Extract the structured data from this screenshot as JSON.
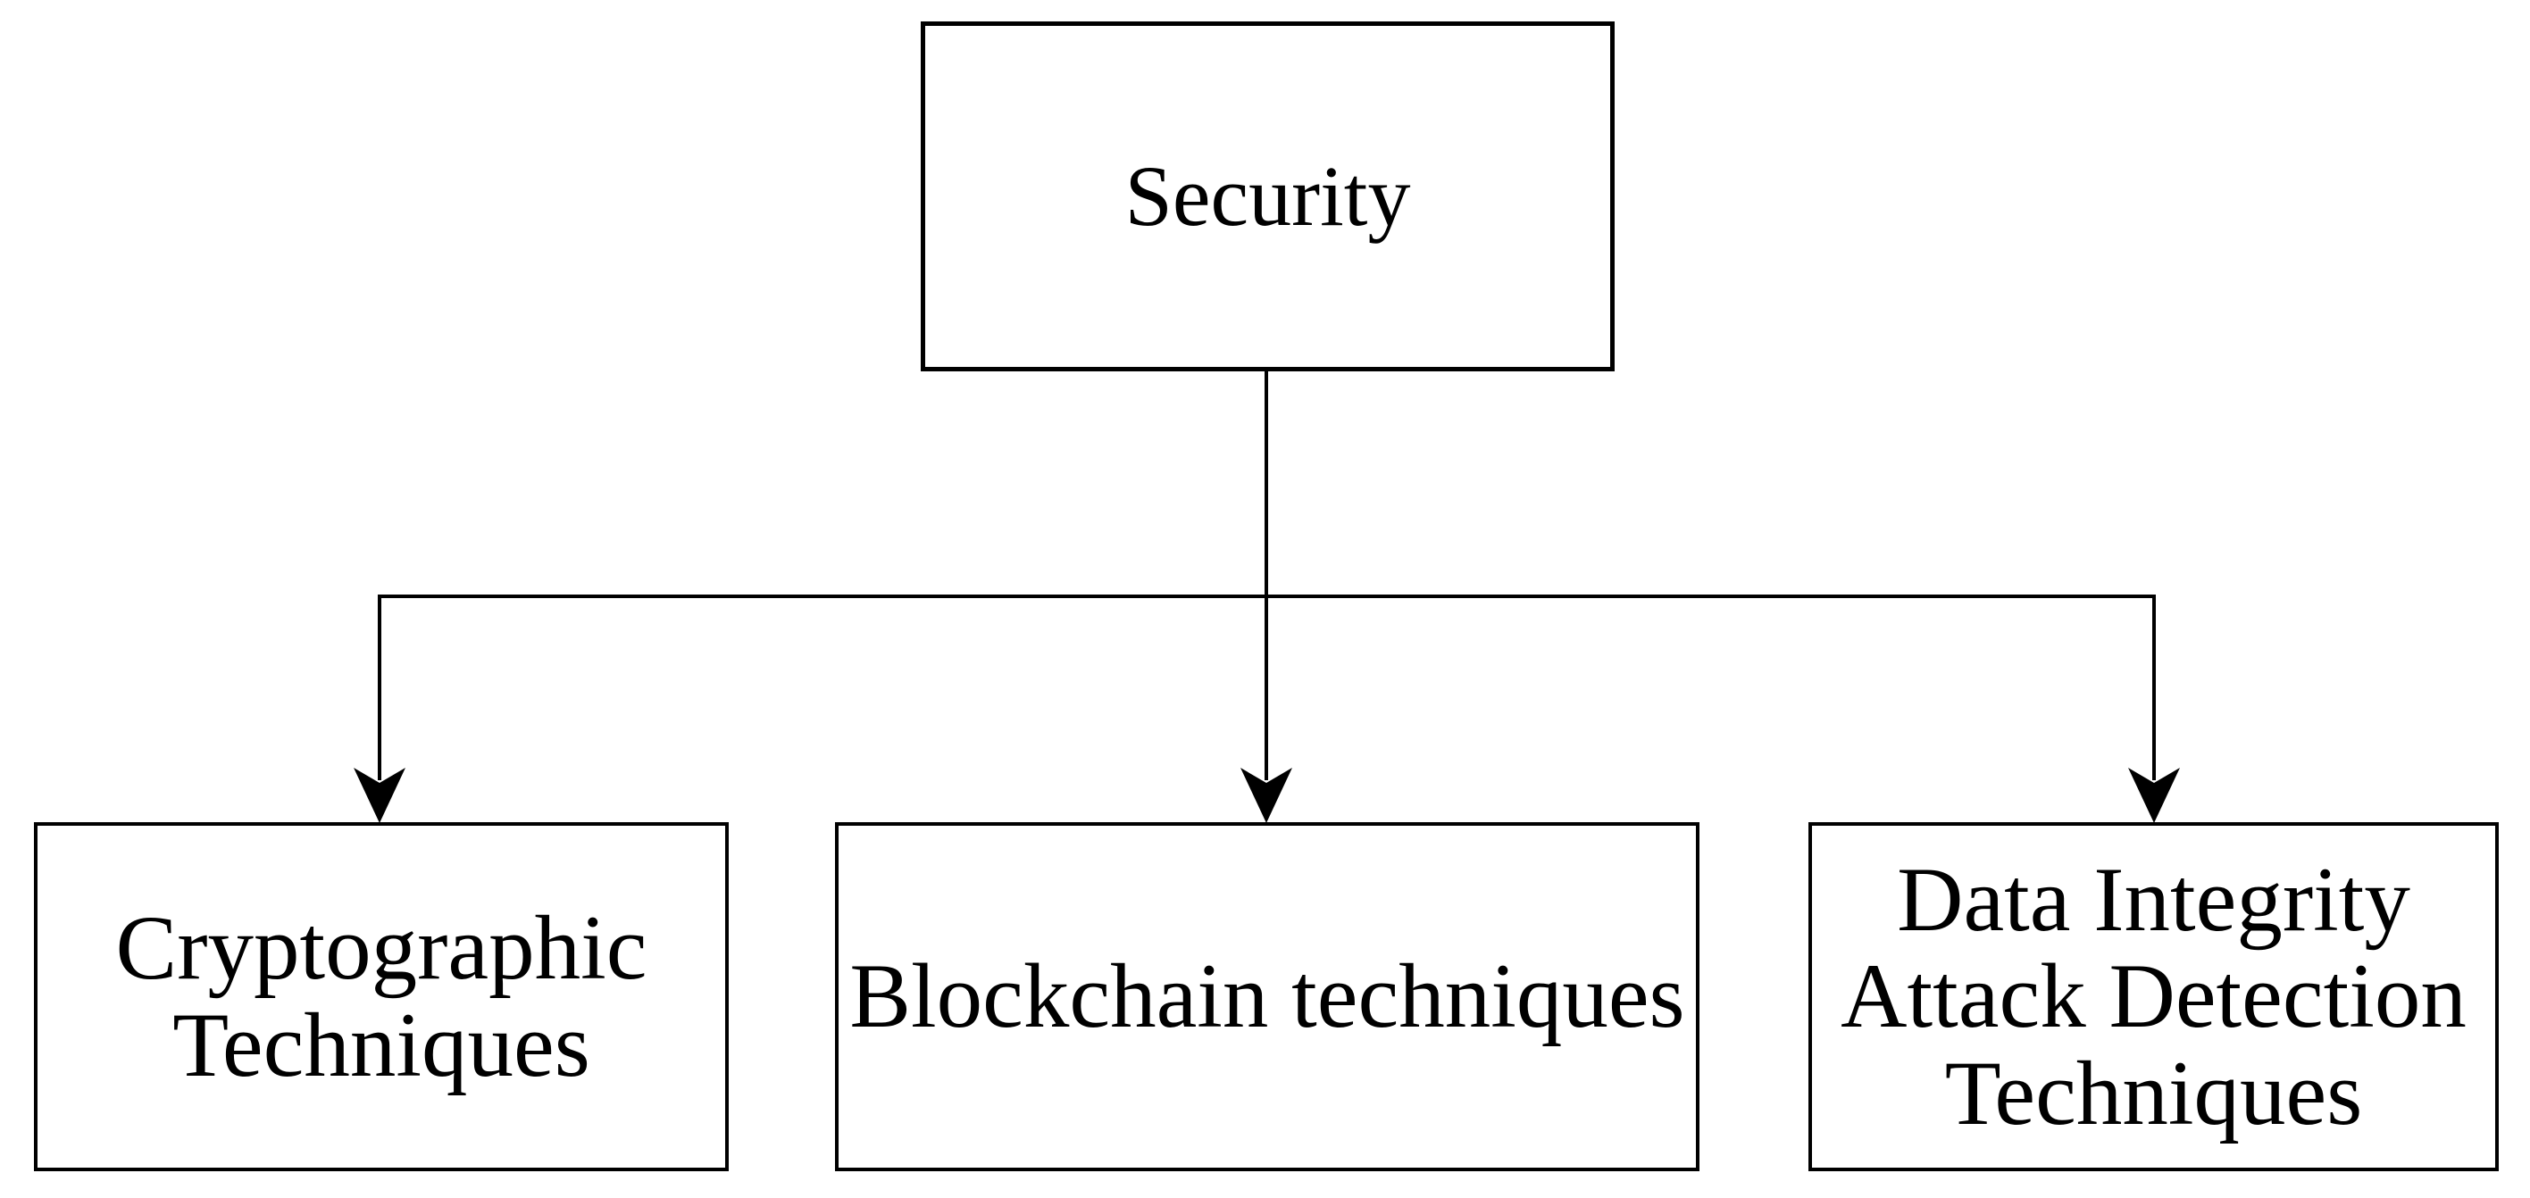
{
  "diagram": {
    "type": "flowchart",
    "background_color": "#ffffff",
    "line_color": "#000000",
    "root": {
      "label": "Security"
    },
    "children": [
      {
        "label": "Cryptographic\nTechniques"
      },
      {
        "label": "Blockchain techniques"
      },
      {
        "label": "Data Integrity\nAttack Detection\nTechniques"
      }
    ]
  }
}
